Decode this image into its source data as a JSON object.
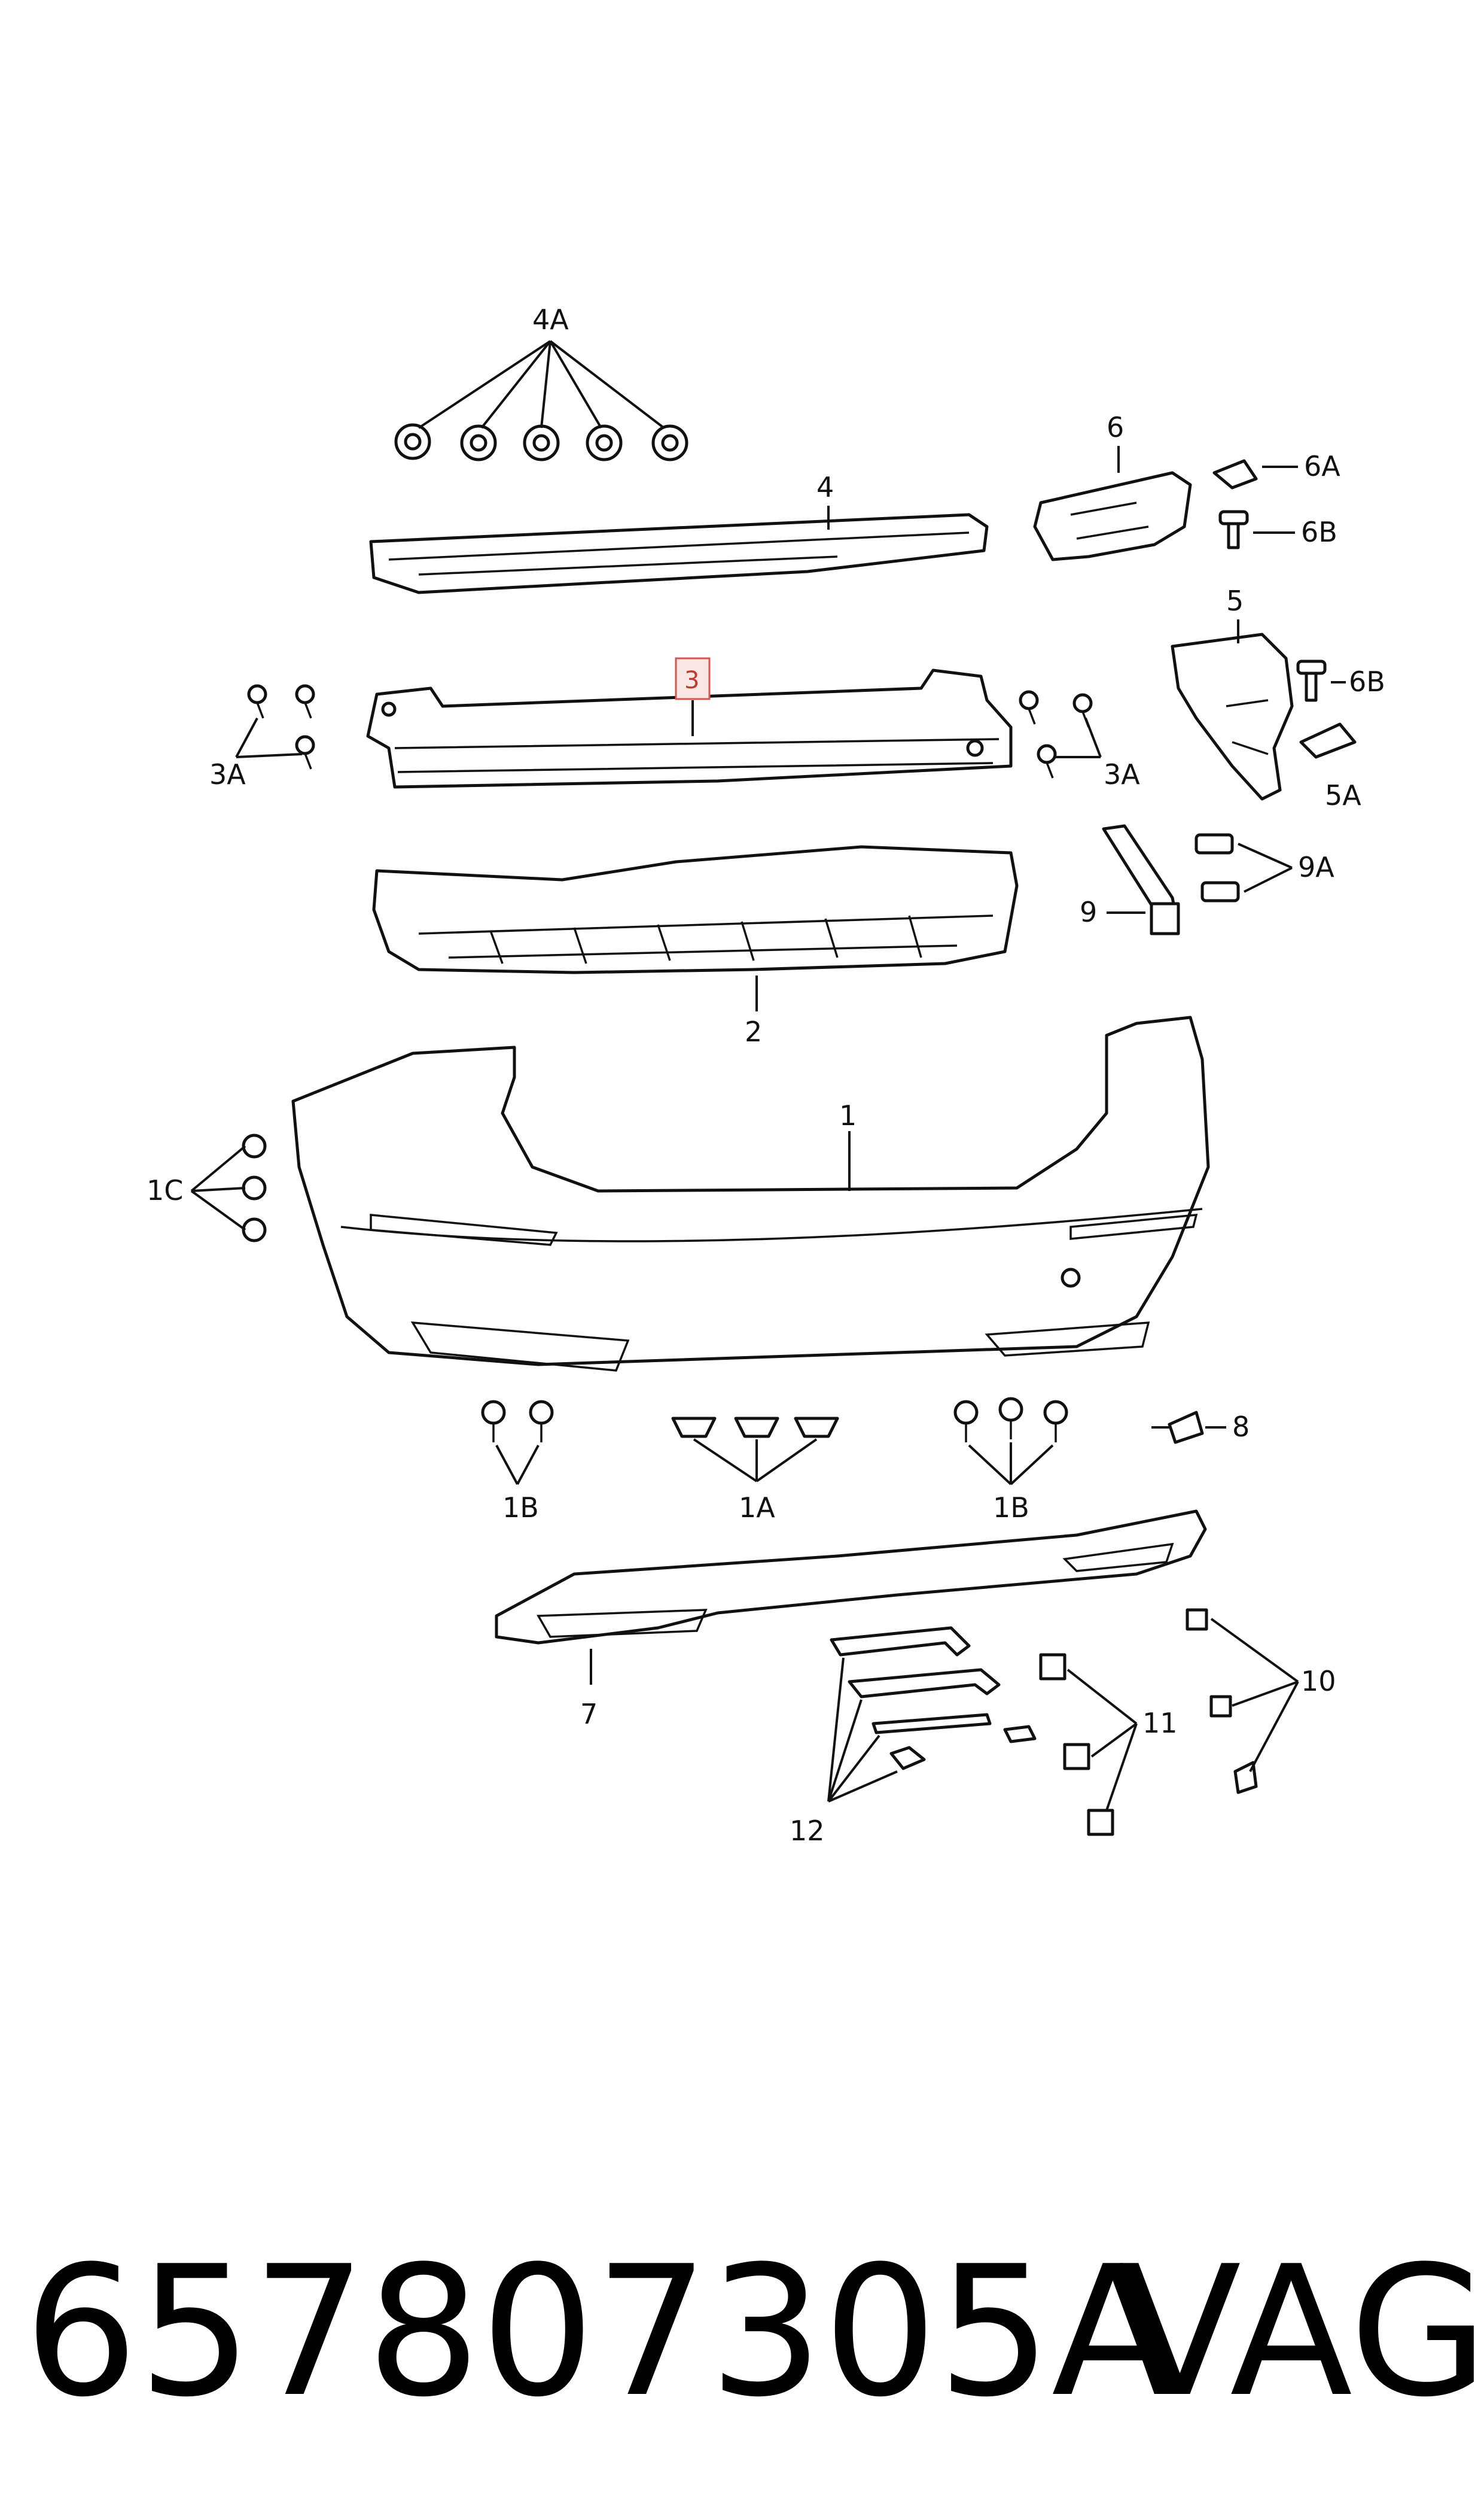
{
  "diagram": {
    "highlighted_part": "3",
    "labels": {
      "p1": "1",
      "p1A": "1A",
      "p1B_left": "1B",
      "p1B_right": "1B",
      "p1C": "1C",
      "p2": "2",
      "p3": "3",
      "p3A_left": "3A",
      "p3A_right": "3A",
      "p4": "4",
      "p4A": "4A",
      "p5": "5",
      "p5A": "5A",
      "p6": "6",
      "p6A": "6A",
      "p6B": "6B",
      "p6B_lower": "6B",
      "p7": "7",
      "p8": "8",
      "p9": "9",
      "p9A": "9A",
      "p10": "10",
      "p11": "11",
      "p12": "12"
    }
  },
  "footer": {
    "part_number": "657807305A",
    "brand": "VAG"
  }
}
